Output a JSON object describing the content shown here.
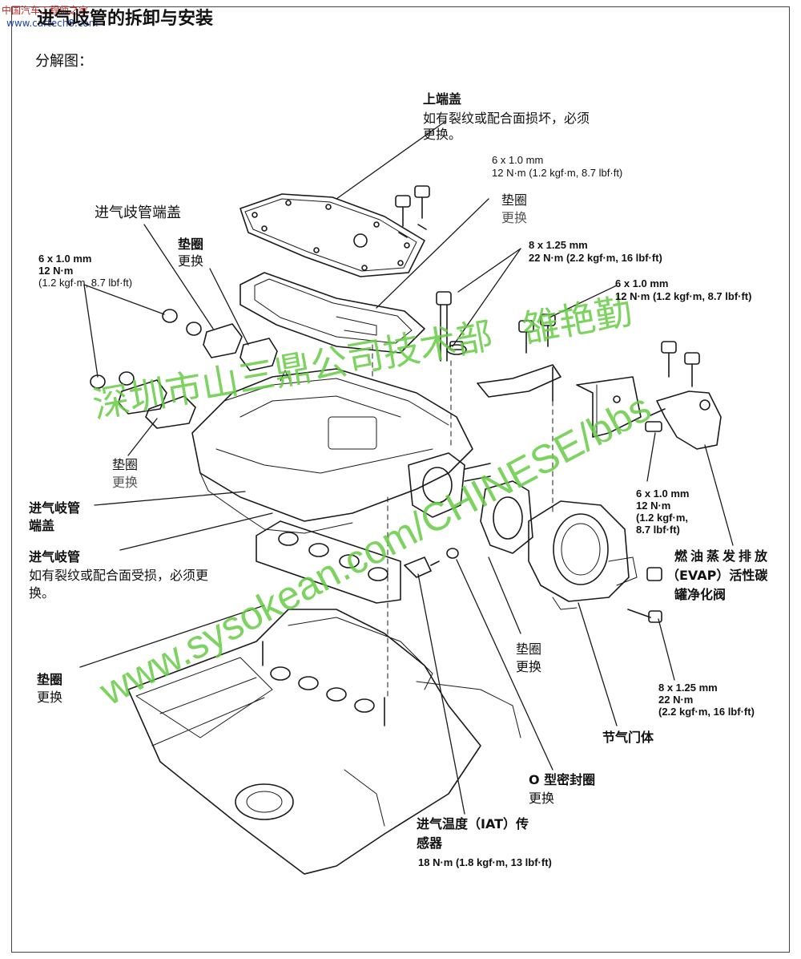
{
  "header": {
    "site_name": "中国汽车工程师之家",
    "site_url": "www.cartech8.com",
    "title": "进气歧管的拆卸与安装",
    "subtitle": "分解图："
  },
  "labels": {
    "upper_cover": "上端盖",
    "upper_cover_note1": "如有裂纹或配合面损坏，必须",
    "upper_cover_note2": "更换。",
    "bolt_top_size": "6 x 1.0 mm",
    "bolt_top_torque": "12 N·m (1.2 kgf·m, 8.7 lbf·ft)",
    "gasket_a": "垫圈",
    "replace_a": "更换",
    "bolt_mid_size": "8 x 1.25 mm",
    "bolt_mid_torque": "22 N·m (2.2 kgf·m, 16 lbf·ft)",
    "bolt_right_size": "6 x 1.0 mm",
    "bolt_right_torque": "12 N·m (1.2 kgf·m, 8.7 lbf·ft)",
    "end_cover_top": "进气歧管端盖",
    "gasket_b": "垫圈",
    "replace_b": "更换",
    "bolt_left_size": "6 x 1.0 mm",
    "bolt_left_nm": "12 N·m",
    "bolt_left_kgf": "(1.2 kgf·m, 8.7 lbf·ft)",
    "gasket_c": "垫圈",
    "replace_c": "更换",
    "end_cover_left1": "进气岐管",
    "end_cover_left2": "端盖",
    "manifold": "进气岐管",
    "manifold_note1": "如有裂纹或配合面受损，必须更",
    "manifold_note2": "换。",
    "gasket_d": "垫圈",
    "replace_d": "更换",
    "bolt_evap_size": "6 x 1.0 mm",
    "bolt_evap_nm": "12 N·m",
    "bolt_evap_kgf": "(1.2 kgf·m,",
    "bolt_evap_lbf": "8.7 lbf·ft)",
    "evap1": "燃油蒸发排放",
    "evap2": "（EVAP）活性碳",
    "evap3": "罐净化阀",
    "gasket_e": "垫圈",
    "replace_e": "更换",
    "bolt_tb_size": "8 x 1.25 mm",
    "bolt_tb_nm": "22 N·m",
    "bolt_tb_kgf": "(2.2 kgf·m, 16 lbf·ft)",
    "throttle_body": "节气门体",
    "oring": "O 型密封圈",
    "replace_f": "更换",
    "iat1": "进气温度（IAT）传",
    "iat2": "感器",
    "iat_torque": "18 N·m (1.8 kgf·m, 13 lbf·ft)"
  },
  "watermarks": {
    "chinese": "深圳市山三鼎公司技术部   雒艳勤",
    "url": "www.sysokean.com/CHINESE/bbs"
  },
  "colors": {
    "line": "#1a1a1a",
    "watermark": "#66cc44",
    "site_red": "#cc2222"
  }
}
